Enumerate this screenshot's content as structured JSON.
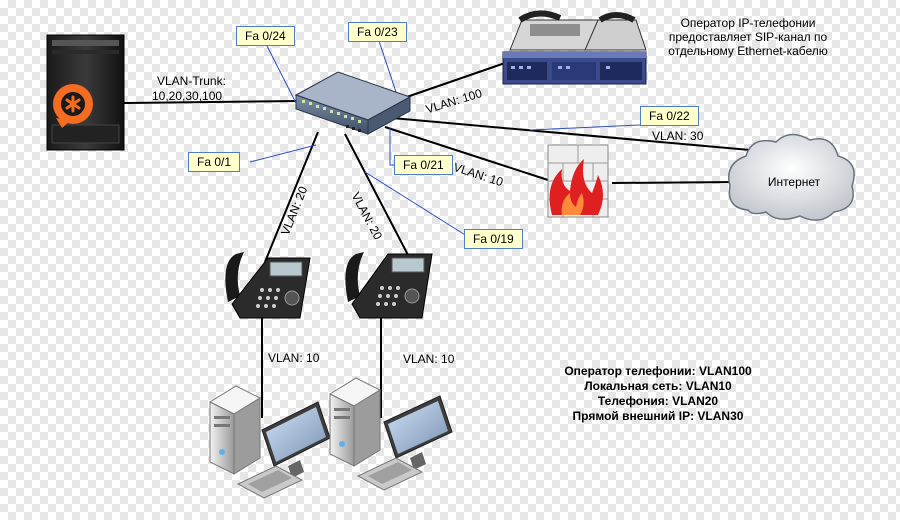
{
  "ports": {
    "fa024": "Fa 0/24",
    "fa023": "Fa 0/23",
    "fa01": "Fa 0/1",
    "fa021": "Fa 0/21",
    "fa022": "Fa 0/22",
    "fa019": "Fa 0/19"
  },
  "links": {
    "trunk_line1": "VLAN-Trunk:",
    "trunk_line2": "10,20,30,100",
    "operator_vlan": "VLAN: 100",
    "internet_vlan": "VLAN: 30",
    "firewall_vlan": "VLAN: 10",
    "phone1_vlan": "VLAN: 20",
    "phone2_vlan": "VLAN: 20",
    "pc1_vlan": "VLAN: 10",
    "pc2_vlan": "VLAN: 10"
  },
  "operator_note": {
    "line1": "Оператор IP-телефонии",
    "line2": "предоставляет SIP-канал по",
    "line3": "отдельному Ethernet-кабелю"
  },
  "internet_label": "Интернет",
  "legend": {
    "line1": "Оператор телефонии: VLAN100",
    "line2": "Локальная сеть: VLAN10",
    "line3": "Телефония: VLAN20",
    "line4": "Прямой внешний IP: VLAN30"
  },
  "colors": {
    "line": "#000000",
    "port_pointer": "#2f4fbf",
    "port_box_bg": "#ffffcc",
    "asterisk_orange": "#f36c21",
    "firewall_red": "#e02020"
  },
  "icons": {
    "server": "asterisk-server-icon",
    "switch": "network-switch-icon",
    "pbx": "pbx-equipment-icon",
    "firewall": "firewall-icon",
    "cloud": "internet-cloud-icon",
    "phone": "ip-phone-icon",
    "pc": "workstation-icon"
  }
}
